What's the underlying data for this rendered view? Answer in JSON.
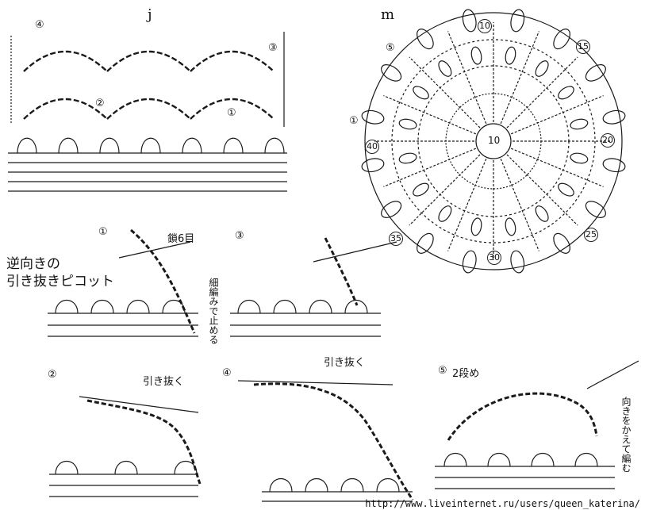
{
  "diagram_j": {
    "title": "j",
    "rounds": [
      "④",
      "③",
      "②",
      "①"
    ]
  },
  "diagram_m": {
    "title": "m",
    "rounds": [
      "⑤",
      "①"
    ],
    "numbers": [
      "10",
      "15",
      "20",
      "25",
      "30",
      "35",
      "40",
      "10"
    ]
  },
  "picot_title": {
    "line1": "逆向きの",
    "line2": "引き抜きピコット"
  },
  "steps": {
    "s1": {
      "num": "①",
      "chain_label": "鎖6目",
      "side_label": "細編みで止める"
    },
    "s2": {
      "num": "②",
      "action": "引き抜く"
    },
    "s3": {
      "num": "③"
    },
    "s4": {
      "num": "④",
      "action": "引き抜く"
    },
    "s5": {
      "num": "⑤",
      "title": "2段め",
      "side_label": "向きをかえて編む"
    }
  },
  "footer": {
    "url": "http://www.liveinternet.ru/users/queen_katerina/"
  },
  "colors": {
    "ink": "#1a1a1a",
    "background": "#ffffff"
  }
}
